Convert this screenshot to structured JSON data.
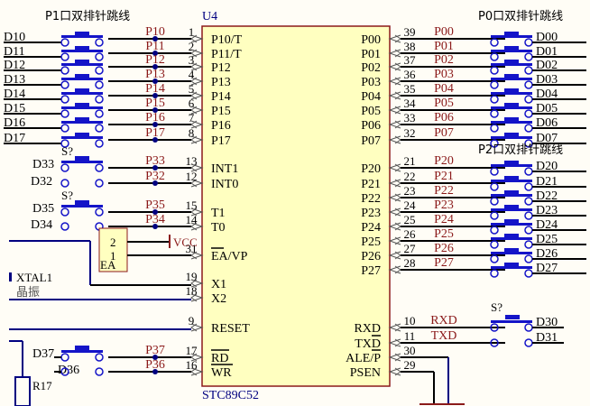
{
  "colors": {
    "background": "#fffdf6",
    "chip_fill": "#ffffc0",
    "chip_border": "#8b1a1a",
    "wire": "#000000",
    "net_label": "#8b1a1a",
    "switch": "#1414c8",
    "designator": "#000080",
    "pin_text": "#000000"
  },
  "chip": {
    "designator": "U4",
    "part": "STC89C52",
    "left_pins": [
      {
        "num": "1",
        "name": "P10/T",
        "net": "P10",
        "switch": "D10"
      },
      {
        "num": "2",
        "name": "P11/T",
        "net": "P11",
        "switch": "D11"
      },
      {
        "num": "3",
        "name": "P12",
        "net": "P12",
        "switch": "D12"
      },
      {
        "num": "4",
        "name": "P13",
        "net": "P13",
        "switch": "D13"
      },
      {
        "num": "5",
        "name": "P14",
        "net": "P14",
        "switch": "D14"
      },
      {
        "num": "6",
        "name": "P15",
        "net": "P15",
        "switch": "D15"
      },
      {
        "num": "7",
        "name": "P16",
        "net": "P16",
        "switch": "D16"
      },
      {
        "num": "8",
        "name": "P17",
        "net": "P17",
        "switch": "D17"
      },
      {
        "num": "13",
        "name": "INT1",
        "net": "P33",
        "switch": "D33"
      },
      {
        "num": "12",
        "name": "INT0",
        "net": "P32",
        "switch": "D32"
      },
      {
        "num": "15",
        "name": "T1",
        "net": "P35",
        "switch": "D35"
      },
      {
        "num": "14",
        "name": "T0",
        "net": "P34",
        "switch": "D34"
      },
      {
        "num": "31",
        "name": "EA/VP",
        "net": "",
        "switch": ""
      },
      {
        "num": "19",
        "name": "X1",
        "net": "",
        "switch": ""
      },
      {
        "num": "18",
        "name": "X2",
        "net": "",
        "switch": ""
      },
      {
        "num": "9",
        "name": "RESET",
        "net": "",
        "switch": ""
      },
      {
        "num": "17",
        "name": "RD",
        "net": "P37",
        "switch": "D37"
      },
      {
        "num": "16",
        "name": "WR",
        "net": "P36",
        "switch": "D36"
      }
    ],
    "right_pins": [
      {
        "num": "39",
        "name": "P00",
        "net": "P00",
        "switch": "D00"
      },
      {
        "num": "38",
        "name": "P01",
        "net": "P01",
        "switch": "D01"
      },
      {
        "num": "37",
        "name": "P02",
        "net": "P02",
        "switch": "D02"
      },
      {
        "num": "36",
        "name": "P03",
        "net": "P03",
        "switch": "D03"
      },
      {
        "num": "35",
        "name": "P04",
        "net": "P04",
        "switch": "D04"
      },
      {
        "num": "34",
        "name": "P05",
        "net": "P05",
        "switch": "D05"
      },
      {
        "num": "33",
        "name": "P06",
        "net": "P06",
        "switch": "D06"
      },
      {
        "num": "32",
        "name": "P07",
        "net": "P07",
        "switch": "D07"
      },
      {
        "num": "21",
        "name": "P20",
        "net": "P20",
        "switch": "D20"
      },
      {
        "num": "22",
        "name": "P21",
        "net": "P21",
        "switch": "D21"
      },
      {
        "num": "23",
        "name": "P22",
        "net": "P22",
        "switch": "D22"
      },
      {
        "num": "24",
        "name": "P23",
        "net": "P23",
        "switch": "D23"
      },
      {
        "num": "25",
        "name": "P24",
        "net": "P24",
        "switch": "D24"
      },
      {
        "num": "26",
        "name": "P25",
        "net": "P25",
        "switch": "D25"
      },
      {
        "num": "27",
        "name": "P26",
        "net": "P26",
        "switch": "D26"
      },
      {
        "num": "28",
        "name": "P27",
        "net": "P27",
        "switch": "D27"
      },
      {
        "num": "10",
        "name": "RXD",
        "net": "RXD",
        "switch": "D30"
      },
      {
        "num": "11",
        "name": "TXD",
        "net": "TXD",
        "switch": "D31"
      },
      {
        "num": "30",
        "name": "ALE/P",
        "net": "",
        "switch": ""
      },
      {
        "num": "29",
        "name": "PSEN",
        "net": "",
        "switch": ""
      }
    ]
  },
  "headers": {
    "p1": "P1口双排针跳线",
    "p0": "P0口双排针跳线",
    "p2": "P2口双排针跳线"
  },
  "switch_designator": "S?",
  "ea_jumper": {
    "label": "EA",
    "pin2": "2",
    "pin1": "1",
    "power": "VCC"
  },
  "crystal": {
    "designator": "XTAL1",
    "label": "晶振"
  },
  "resistor": {
    "designator": "R17"
  }
}
